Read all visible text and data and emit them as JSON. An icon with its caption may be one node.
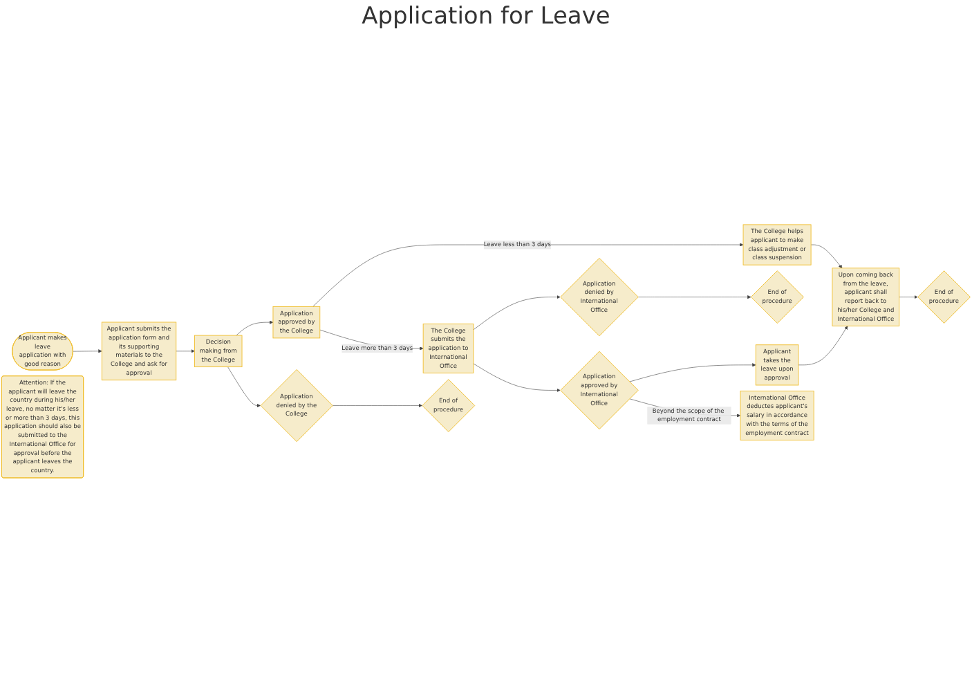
{
  "diagram": {
    "title": "Application for Leave",
    "nodes": [
      {
        "text": [
          "Applicant makes leave application with good reason"
        ]
      },
      {
        "text": [
          "Applicant submits the application form and its supporting materials to the College and ask for approval"
        ]
      },
      {
        "text": [
          "Decision making from the College"
        ]
      },
      {
        "text": [
          "Application approved by the College"
        ]
      },
      {
        "text": [
          "The College helps applicant to make class adjustment or class suspension"
        ]
      },
      {
        "text": [
          "Upon coming back from the leave, applicant shall report back to his/her College and International Office"
        ]
      },
      {
        "text": [
          "End of procedure"
        ]
      },
      {
        "text": [
          "The College submits the application to International Office"
        ]
      },
      {
        "text": [
          "Application denied by the College"
        ]
      },
      {
        "text": [
          "Application denied by International Office"
        ]
      },
      {
        "text": [
          "Application approved by International Office"
        ]
      },
      {
        "text": [
          "Applicant takes the leave upon approval"
        ]
      },
      {
        "text": [
          "End of procedure"
        ]
      },
      {
        "text": [
          "End of procedure"
        ]
      },
      {
        "text": [
          "International Office deductes applicant's salary in accordance with the terms of the employment contract"
        ]
      },
      {
        "text": [
          "Attention: If the applicant will leave the country during his/her leave, no matter it's less or more than 3 days, this application should also be submitted to the International Office for approval before the applicant leaves the country."
        ]
      }
    ],
    "edges": [
      {
        "from": 0,
        "to": 1,
        "arrow": "to"
      },
      {
        "from": 1,
        "to": 2,
        "arrow": "to"
      },
      {
        "from": 2,
        "to": 3,
        "arrow": "to"
      },
      {
        "from": 2,
        "to": 8,
        "arrow": "to"
      },
      {
        "from": 3,
        "to": 4,
        "arrow": "to",
        "label": "Leave less than 3 days"
      },
      {
        "from": 3,
        "to": 7,
        "arrow": "to",
        "label": "Leave more than 3 days"
      },
      {
        "from": 4,
        "to": 5,
        "arrow": "to"
      },
      {
        "from": 5,
        "to": 6,
        "arrow": "to"
      },
      {
        "from": 7,
        "to": 9,
        "arrow": "to"
      },
      {
        "from": 7,
        "to": 10,
        "arrow": "to"
      },
      {
        "from": 10,
        "to": 11,
        "arrow": "to"
      },
      {
        "from": 11,
        "to": 5,
        "arrow": "to"
      },
      {
        "from": 10,
        "to": 14,
        "arrow": "to",
        "label": "Beyond the scope of the employment contract"
      },
      {
        "from": 8,
        "to": 12,
        "arrow": "to"
      },
      {
        "from": 9,
        "to": 13,
        "arrow": "to"
      }
    ]
  }
}
